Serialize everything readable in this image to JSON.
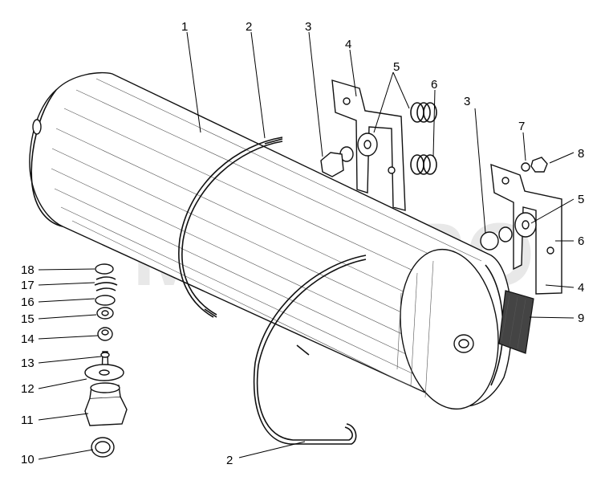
{
  "watermark": "MTZ-PRO",
  "callouts": [
    "1",
    "2",
    "2",
    "3",
    "3",
    "4",
    "4",
    "5",
    "5",
    "6",
    "6",
    "7",
    "8",
    "9",
    "10",
    "11",
    "12",
    "13",
    "14",
    "15",
    "16",
    "17",
    "18"
  ]
}
